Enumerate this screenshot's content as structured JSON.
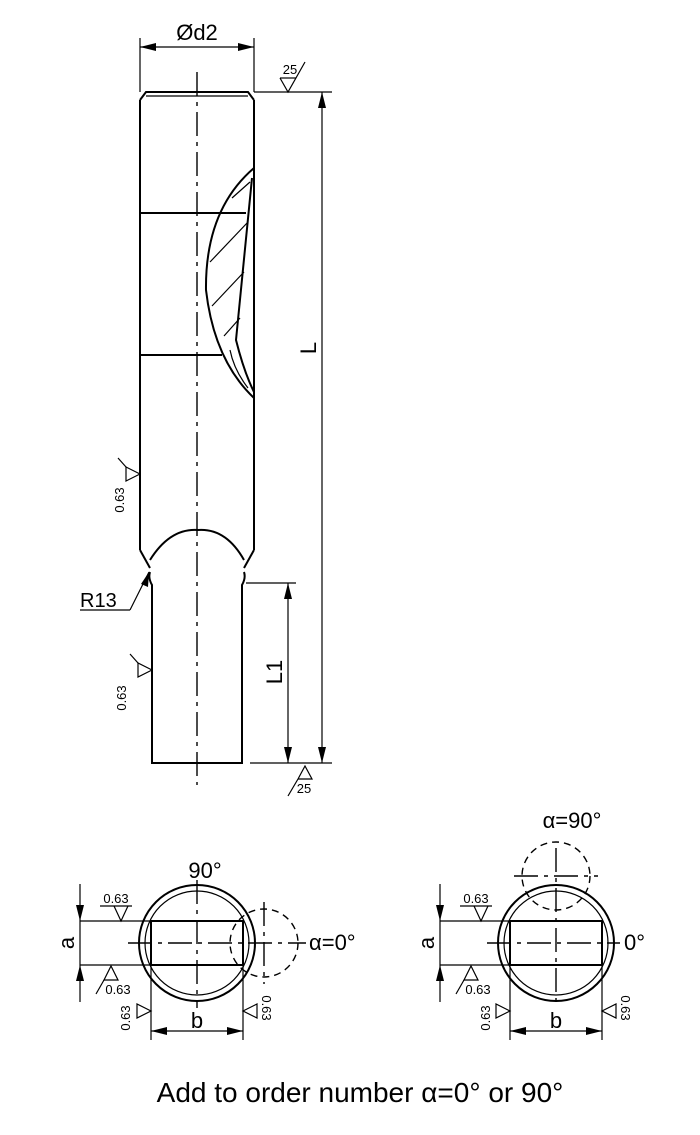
{
  "labels": {
    "d2": "Ød2",
    "L": "L",
    "L1": "L1",
    "R13": "R13",
    "roughness_25_top": "25",
    "roughness_25_bottom": "25",
    "roughness_063_a": "0.63",
    "roughness_063_b": "0.63",
    "left_90": "90°",
    "left_alpha0": "α=0°",
    "left_a": "a",
    "left_b": "b",
    "left_r1": "0.63",
    "left_r2": "0.63",
    "left_r3": "0.63",
    "left_r4": "0.63",
    "right_alpha90": "α=90°",
    "right_0": "0°",
    "right_a": "a",
    "right_b": "b",
    "right_r1": "0.63",
    "right_r2": "0.63",
    "right_r3": "0.63",
    "right_r4": "0.63"
  },
  "caption": "Add to order number α=0° or 90°"
}
